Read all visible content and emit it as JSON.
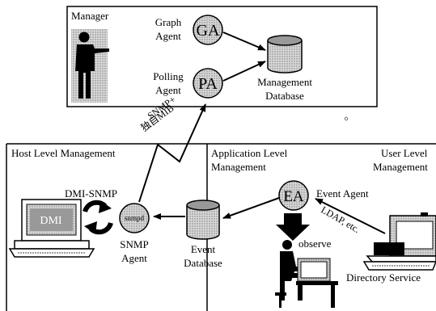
{
  "manager": {
    "title": "Manager",
    "graph_agent": {
      "label_1": "Graph",
      "label_2": "Agent",
      "abbr": "GA"
    },
    "polling_agent": {
      "label_1": "Polling",
      "label_2": "Agent",
      "abbr": "PA"
    },
    "database": {
      "label_1": "Management",
      "label_2": "Database"
    }
  },
  "protocol_note": {
    "line_1": "SNMP+",
    "line_2": "独自MIB"
  },
  "host_level": {
    "title": "Host Level Management",
    "dmi_snmp": "DMI-SNMP",
    "dmi_screen": "DMI",
    "snmpd": "snmpd",
    "snmp_agent": {
      "label_1": "SNMP",
      "label_2": "Agent"
    }
  },
  "application_level": {
    "title_1": "Application Level",
    "title_2": "Management",
    "event_agent": {
      "abbr": "EA",
      "label": "Event Agent"
    },
    "event_database": {
      "label_1": "Event",
      "label_2": "Database"
    },
    "observe": "observe"
  },
  "user_level": {
    "title_1": "User Level",
    "title_2": "Management",
    "ldap": "LDAP, etc.",
    "directory_service": "Directory Service"
  }
}
